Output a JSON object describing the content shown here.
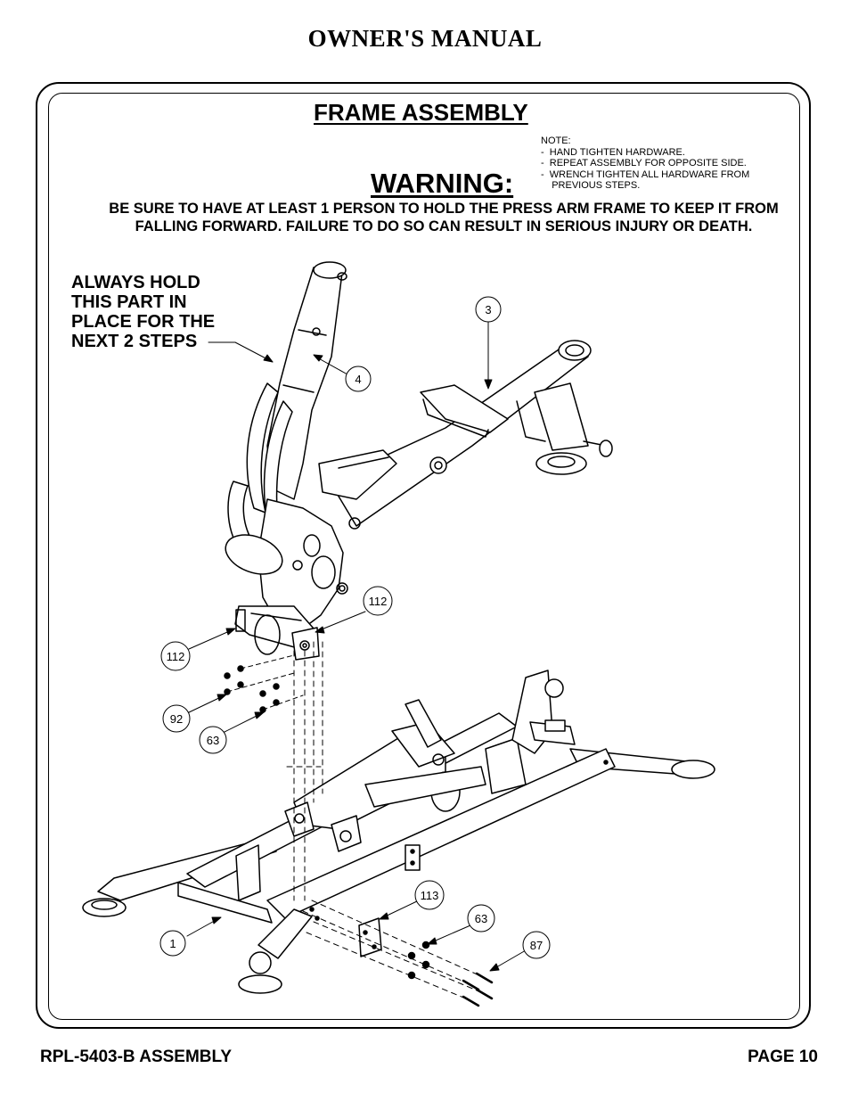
{
  "header": {
    "title": "OWNER'S MANUAL"
  },
  "section": {
    "title": "FRAME ASSEMBLY"
  },
  "note": {
    "heading": "NOTE:",
    "items": [
      "-  HAND TIGHTEN HARDWARE.",
      "-  REPEAT ASSEMBLY FOR OPPOSITE SIDE.",
      "-  WRENCH TIGHTEN ALL HARDWARE FROM",
      "    PREVIOUS STEPS."
    ]
  },
  "warning": {
    "title": "WARNING:",
    "text": "BE SURE TO HAVE AT LEAST 1 PERSON TO HOLD THE PRESS ARM FRAME TO KEEP IT FROM FALLING FORWARD. FAILURE TO DO SO CAN RESULT IN SERIOUS INJURY OR DEATH."
  },
  "hold_note": {
    "lines": [
      "ALWAYS HOLD",
      "THIS PART IN",
      "PLACE FOR THE",
      "NEXT 2 STEPS"
    ]
  },
  "callouts": {
    "c3": "3",
    "c4": "4",
    "c112a": "112",
    "c112b": "112",
    "c92": "92",
    "c63a": "63",
    "c113": "113",
    "c63b": "63",
    "c87": "87",
    "c1": "1"
  },
  "footer": {
    "left": "RPL-5403-B ASSEMBLY",
    "right": "PAGE 10"
  }
}
